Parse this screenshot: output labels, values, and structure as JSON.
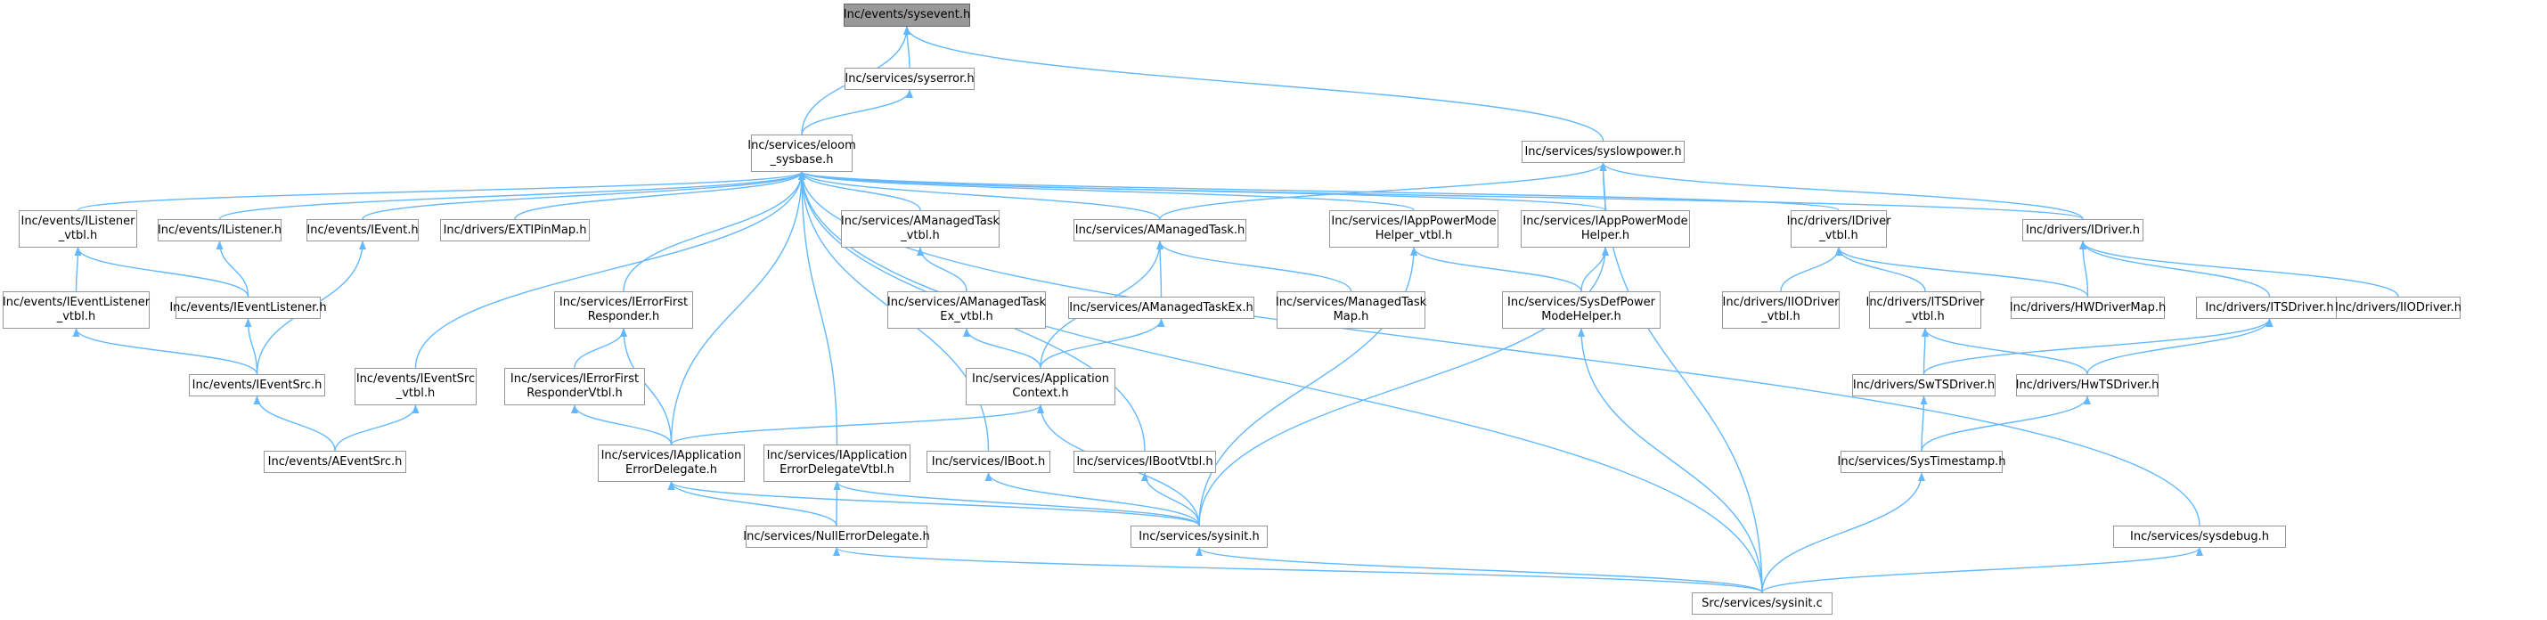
{
  "graph": {
    "colors": {
      "edge": "#63b8ff",
      "node_border": "#999999",
      "root_fill": "#999999"
    },
    "nodes": [
      {
        "id": "sysevent",
        "name": "node-sysevent-h",
        "lines": [
          "Inc/events/sysevent.h"
        ],
        "root": true
      },
      {
        "id": "syserror",
        "name": "node-syserror-h",
        "lines": [
          "Inc/services/syserror.h"
        ]
      },
      {
        "id": "eloom",
        "name": "node-eloom-sysbase-h",
        "lines": [
          "Inc/services/eloom",
          "_sysbase.h"
        ]
      },
      {
        "id": "syslowpower",
        "name": "node-syslowpower-h",
        "lines": [
          "Inc/services/syslowpower.h"
        ]
      },
      {
        "id": "ilistener_vtbl",
        "name": "node-ilistener-vtbl-h",
        "lines": [
          "Inc/events/IListener",
          "_vtbl.h"
        ]
      },
      {
        "id": "ilistener",
        "name": "node-ilistener-h",
        "lines": [
          "Inc/events/IListener.h"
        ]
      },
      {
        "id": "ievent",
        "name": "node-ievent-h",
        "lines": [
          "Inc/events/IEvent.h"
        ]
      },
      {
        "id": "extipinmap",
        "name": "node-extipinmap-h",
        "lines": [
          "Inc/drivers/EXTIPinMap.h"
        ]
      },
      {
        "id": "amanagedtask_vtbl",
        "name": "node-amanagedtask-vtbl-h",
        "lines": [
          "Inc/services/AManagedTask",
          "_vtbl.h"
        ]
      },
      {
        "id": "amanagedtask",
        "name": "node-amanagedtask-h",
        "lines": [
          "Inc/services/AManagedTask.h"
        ]
      },
      {
        "id": "iapppm_vtbl",
        "name": "node-iapppowermode-helper-vtbl-h",
        "lines": [
          "Inc/services/IAppPowerMode",
          "Helper_vtbl.h"
        ]
      },
      {
        "id": "iapppm",
        "name": "node-iapppowermode-helper-h",
        "lines": [
          "Inc/services/IAppPowerMode",
          "Helper.h"
        ]
      },
      {
        "id": "idriver_vtbl",
        "name": "node-idriver-vtbl-h",
        "lines": [
          "Inc/drivers/IDriver",
          "_vtbl.h"
        ]
      },
      {
        "id": "idriver",
        "name": "node-idriver-h",
        "lines": [
          "Inc/drivers/IDriver.h"
        ]
      },
      {
        "id": "ieventlistener_vtbl",
        "name": "node-ieventlistener-vtbl-h",
        "lines": [
          "Inc/events/IEventListener",
          "_vtbl.h"
        ]
      },
      {
        "id": "ieventlistener",
        "name": "node-ieventlistener-h",
        "lines": [
          "Inc/events/IEventListener.h"
        ]
      },
      {
        "id": "ierrorfirst",
        "name": "node-ierrorfirst-responder-h",
        "lines": [
          "Inc/services/IErrorFirst",
          "Responder.h"
        ]
      },
      {
        "id": "amanagedtaskex_vtbl",
        "name": "node-amanagedtask-ex-vtbl-h",
        "lines": [
          "Inc/services/AManagedTask",
          "Ex_vtbl.h"
        ]
      },
      {
        "id": "amanagedtaskex",
        "name": "node-amanagedtaskex-h",
        "lines": [
          "Inc/services/AManagedTaskEx.h"
        ]
      },
      {
        "id": "managedtaskmap",
        "name": "node-managedtaskmap-h",
        "lines": [
          "Inc/services/ManagedTask",
          "Map.h"
        ]
      },
      {
        "id": "sysdefpower",
        "name": "node-sysdefpower-modehelper-h",
        "lines": [
          "Inc/services/SysDefPower",
          "ModeHelper.h"
        ]
      },
      {
        "id": "iiodriver_vtbl",
        "name": "node-iiodriver-vtbl-h",
        "lines": [
          "Inc/drivers/IIODriver",
          "_vtbl.h"
        ]
      },
      {
        "id": "itsdriver_vtbl",
        "name": "node-itsdriver-vtbl-h",
        "lines": [
          "Inc/drivers/ITSDriver",
          "_vtbl.h"
        ]
      },
      {
        "id": "hwdrivermap",
        "name": "node-hwdrivermap-h",
        "lines": [
          "Inc/drivers/HWDriverMap.h"
        ]
      },
      {
        "id": "itsdriver",
        "name": "node-itsdriver-h",
        "lines": [
          "Inc/drivers/ITSDriver.h"
        ]
      },
      {
        "id": "iiodriver",
        "name": "node-iiodriver-h",
        "lines": [
          "Inc/drivers/IIODriver.h"
        ]
      },
      {
        "id": "ieventsrc",
        "name": "node-ieventsrc-h",
        "lines": [
          "Inc/events/IEventSrc.h"
        ]
      },
      {
        "id": "ieventsrc_vtbl",
        "name": "node-ieventsrc-vtbl-h",
        "lines": [
          "Inc/events/IEventSrc",
          "_vtbl.h"
        ]
      },
      {
        "id": "ierrorfirst_vtbl",
        "name": "node-ierrorfirst-respondervtbl-h",
        "lines": [
          "Inc/services/IErrorFirst",
          "ResponderVtbl.h"
        ]
      },
      {
        "id": "appcontext",
        "name": "node-application-context-h",
        "lines": [
          "Inc/services/Application",
          "Context.h"
        ]
      },
      {
        "id": "swtsdriver",
        "name": "node-swtsdriver-h",
        "lines": [
          "Inc/drivers/SwTSDriver.h"
        ]
      },
      {
        "id": "hwtsdriver",
        "name": "node-hwtsdriver-h",
        "lines": [
          "Inc/drivers/HwTSDriver.h"
        ]
      },
      {
        "id": "aeventsrc",
        "name": "node-aeventsrc-h",
        "lines": [
          "Inc/events/AEventSrc.h"
        ]
      },
      {
        "id": "iappl_errdel",
        "name": "node-iapplication-errordelegate-h",
        "lines": [
          "Inc/services/IApplication",
          "ErrorDelegate.h"
        ]
      },
      {
        "id": "iappl_errdel_vtbl",
        "name": "node-iapplication-errordelegatevtbl-h",
        "lines": [
          "Inc/services/IApplication",
          "ErrorDelegateVtbl.h"
        ]
      },
      {
        "id": "iboot",
        "name": "node-iboot-h",
        "lines": [
          "Inc/services/IBoot.h"
        ]
      },
      {
        "id": "ibootvtbl",
        "name": "node-ibootvtbl-h",
        "lines": [
          "Inc/services/IBootVtbl.h"
        ]
      },
      {
        "id": "systimestamp",
        "name": "node-systimestamp-h",
        "lines": [
          "Inc/services/SysTimestamp.h"
        ]
      },
      {
        "id": "nullerror",
        "name": "node-nullerrordelegate-h",
        "lines": [
          "Inc/services/NullErrorDelegate.h"
        ]
      },
      {
        "id": "sysinit_h",
        "name": "node-sysinit-h",
        "lines": [
          "Inc/services/sysinit.h"
        ]
      },
      {
        "id": "sysdebug",
        "name": "node-sysdebug-h",
        "lines": [
          "Inc/services/sysdebug.h"
        ]
      },
      {
        "id": "sysinit_c",
        "name": "node-sysinit-c",
        "lines": [
          "Src/services/sysinit.c"
        ]
      }
    ],
    "edges": [
      [
        "syserror",
        "sysevent"
      ],
      [
        "eloom",
        "sysevent"
      ],
      [
        "syslowpower",
        "sysevent"
      ],
      [
        "eloom",
        "syserror"
      ],
      [
        "ilistener_vtbl",
        "eloom"
      ],
      [
        "ilistener",
        "eloom"
      ],
      [
        "ievent",
        "eloom"
      ],
      [
        "extipinmap",
        "eloom"
      ],
      [
        "amanagedtask_vtbl",
        "eloom"
      ],
      [
        "amanagedtask",
        "eloom"
      ],
      [
        "iapppm_vtbl",
        "eloom"
      ],
      [
        "iapppm",
        "eloom"
      ],
      [
        "idriver_vtbl",
        "eloom"
      ],
      [
        "idriver",
        "eloom"
      ],
      [
        "ieventsrc_vtbl",
        "eloom"
      ],
      [
        "ierrorfirst",
        "eloom"
      ],
      [
        "iappl_errdel",
        "eloom"
      ],
      [
        "iappl_errdel_vtbl",
        "eloom"
      ],
      [
        "iboot",
        "eloom"
      ],
      [
        "ibootvtbl",
        "eloom"
      ],
      [
        "sysdebug",
        "eloom"
      ],
      [
        "sysinit_c",
        "eloom"
      ],
      [
        "amanagedtask",
        "syslowpower"
      ],
      [
        "iapppm",
        "syslowpower"
      ],
      [
        "idriver",
        "syslowpower"
      ],
      [
        "sysinit_c",
        "syslowpower"
      ],
      [
        "ieventlistener_vtbl",
        "ilistener_vtbl"
      ],
      [
        "ieventlistener",
        "ilistener_vtbl"
      ],
      [
        "ieventlistener",
        "ilistener"
      ],
      [
        "ieventsrc",
        "ievent"
      ],
      [
        "ieventsrc",
        "ieventlistener_vtbl"
      ],
      [
        "ieventsrc",
        "ieventlistener"
      ],
      [
        "aeventsrc",
        "ieventsrc"
      ],
      [
        "aeventsrc",
        "ieventsrc_vtbl"
      ],
      [
        "amanagedtaskex_vtbl",
        "amanagedtask_vtbl"
      ],
      [
        "appcontext",
        "amanagedtaskex_vtbl"
      ],
      [
        "appcontext",
        "amanagedtask"
      ],
      [
        "amanagedtaskex",
        "amanagedtask"
      ],
      [
        "managedtaskmap",
        "amanagedtask"
      ],
      [
        "appcontext",
        "amanagedtaskex"
      ],
      [
        "sysdefpower",
        "iapppm_vtbl"
      ],
      [
        "sysinit_h",
        "iapppm_vtbl"
      ],
      [
        "sysdefpower",
        "iapppm"
      ],
      [
        "sysinit_h",
        "iapppm"
      ],
      [
        "sysinit_c",
        "sysdefpower"
      ],
      [
        "iiodriver_vtbl",
        "idriver_vtbl"
      ],
      [
        "itsdriver_vtbl",
        "idriver_vtbl"
      ],
      [
        "hwdrivermap",
        "idriver_vtbl"
      ],
      [
        "hwdrivermap",
        "idriver"
      ],
      [
        "itsdriver",
        "idriver"
      ],
      [
        "iiodriver",
        "idriver"
      ],
      [
        "swtsdriver",
        "itsdriver_vtbl"
      ],
      [
        "hwtsdriver",
        "itsdriver_vtbl"
      ],
      [
        "swtsdriver",
        "itsdriver"
      ],
      [
        "hwtsdriver",
        "itsdriver"
      ],
      [
        "systimestamp",
        "swtsdriver"
      ],
      [
        "systimestamp",
        "hwtsdriver"
      ],
      [
        "sysinit_c",
        "systimestamp"
      ],
      [
        "ierrorfirst_vtbl",
        "ierrorfirst"
      ],
      [
        "iappl_errdel",
        "ierrorfirst"
      ],
      [
        "iappl_errdel",
        "ierrorfirst_vtbl"
      ],
      [
        "iappl_errdel",
        "appcontext"
      ],
      [
        "sysinit_h",
        "appcontext"
      ],
      [
        "nullerror",
        "iappl_errdel"
      ],
      [
        "sysinit_h",
        "iappl_errdel"
      ],
      [
        "nullerror",
        "iappl_errdel_vtbl"
      ],
      [
        "sysinit_h",
        "iappl_errdel_vtbl"
      ],
      [
        "sysinit_h",
        "iboot"
      ],
      [
        "sysinit_h",
        "ibootvtbl"
      ],
      [
        "sysinit_c",
        "nullerror"
      ],
      [
        "sysinit_c",
        "sysinit_h"
      ],
      [
        "sysinit_c",
        "sysdebug"
      ]
    ]
  }
}
